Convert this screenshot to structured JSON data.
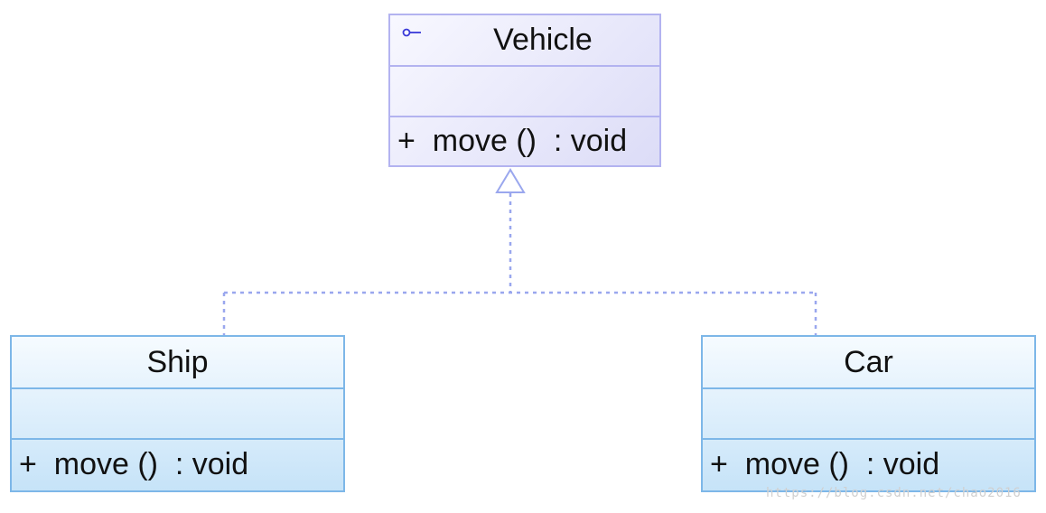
{
  "diagram": {
    "classes": [
      {
        "id": "vehicle",
        "name": "Vehicle",
        "stereotype_icon": "interface-lollipop-icon",
        "methods": [
          "+  move ()  : void"
        ]
      },
      {
        "id": "ship",
        "name": "Ship",
        "methods": [
          "+  move ()  : void"
        ]
      },
      {
        "id": "car",
        "name": "Car",
        "methods": [
          "+  move ()  : void"
        ]
      }
    ],
    "relationships": [
      {
        "type": "realization",
        "from": "Ship",
        "to": "Vehicle"
      },
      {
        "type": "realization",
        "from": "Car",
        "to": "Vehicle"
      }
    ],
    "colors": {
      "interface_border": "#b3b3f0",
      "class_border": "#7db7e8",
      "connector": "#9aa7ee"
    }
  },
  "watermark": "https://blog.csdn.net/chao2016"
}
